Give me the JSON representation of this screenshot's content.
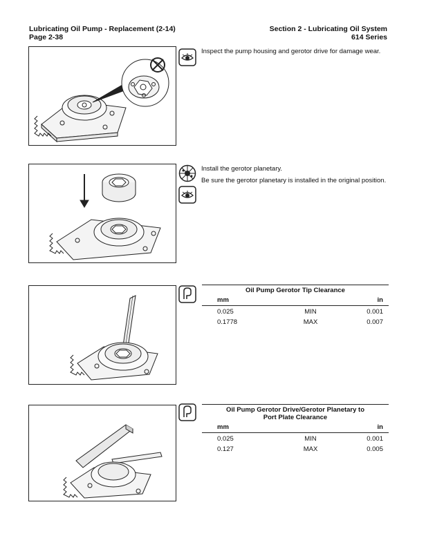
{
  "header": {
    "left_line1": "Lubricating Oil Pump - Replacement (2-14)",
    "left_line2": "Page 2-38",
    "right_line1": "Section 2 - Lubricating Oil System",
    "right_line2": "614 Series"
  },
  "steps": [
    {
      "icons": [
        "inspect-eye-icon"
      ],
      "text": "Inspect the pump housing and gerotor drive for damage wear."
    },
    {
      "icons": [
        "install-parts-icon",
        "inspect-eye-icon"
      ],
      "text1": "Install the gerotor planetary.",
      "text2": "Be sure the gerotor planetary is installed in the original position."
    }
  ],
  "tables": [
    {
      "title": "Oil Pump Gerotor Tip Clearance",
      "col_left": "mm",
      "col_right": "in",
      "rows": [
        {
          "mm": "0.025",
          "label": "MIN",
          "in": "0.001"
        },
        {
          "mm": "0.1778",
          "label": "MAX",
          "in": "0.007"
        }
      ]
    },
    {
      "title_line1": "Oil Pump Gerotor Drive/Gerotor Planetary to",
      "title_line2": "Port Plate Clearance",
      "col_left": "mm",
      "col_right": "in",
      "rows": [
        {
          "mm": "0.025",
          "label": "MIN",
          "in": "0.001"
        },
        {
          "mm": "0.127",
          "label": "MAX",
          "in": "0.005"
        }
      ]
    }
  ]
}
